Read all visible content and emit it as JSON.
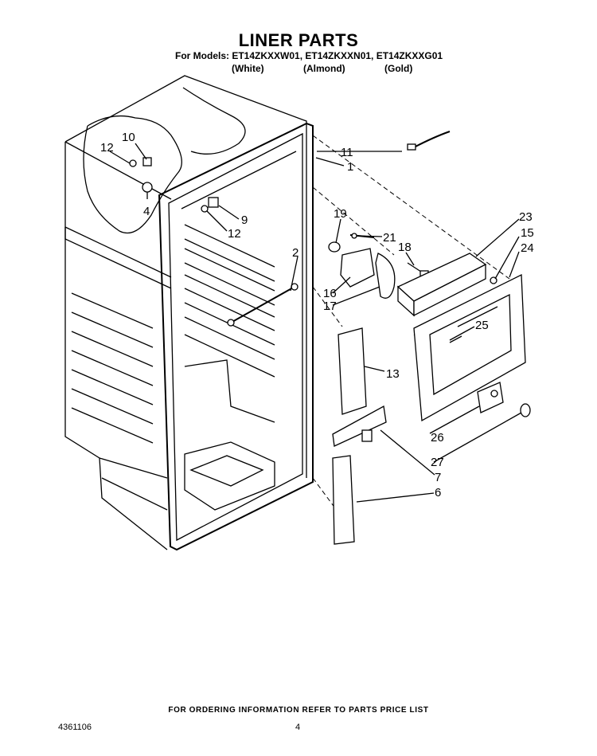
{
  "header": {
    "title": "LINER PARTS",
    "models": "For Models: ET14ZKXXW01, ET14ZKXXN01, ET14ZKXXG01",
    "colors": [
      "(White)",
      "(Almond)",
      "(Gold)"
    ]
  },
  "callouts": {
    "c1": "1",
    "c2": "2",
    "c4": "4",
    "c6": "6",
    "c7": "7",
    "c9": "9",
    "c10": "10",
    "c11": "11",
    "c12a": "12",
    "c12b": "12",
    "c13": "13",
    "c15": "15",
    "c16": "16",
    "c17": "17",
    "c18": "18",
    "c19": "19",
    "c21": "21",
    "c23": "23",
    "c24": "24",
    "c25": "25",
    "c26": "26",
    "c27": "27"
  },
  "footer": {
    "note": "FOR ORDERING INFORMATION REFER TO PARTS PRICE LIST",
    "part_number": "4361106",
    "page": "4"
  }
}
